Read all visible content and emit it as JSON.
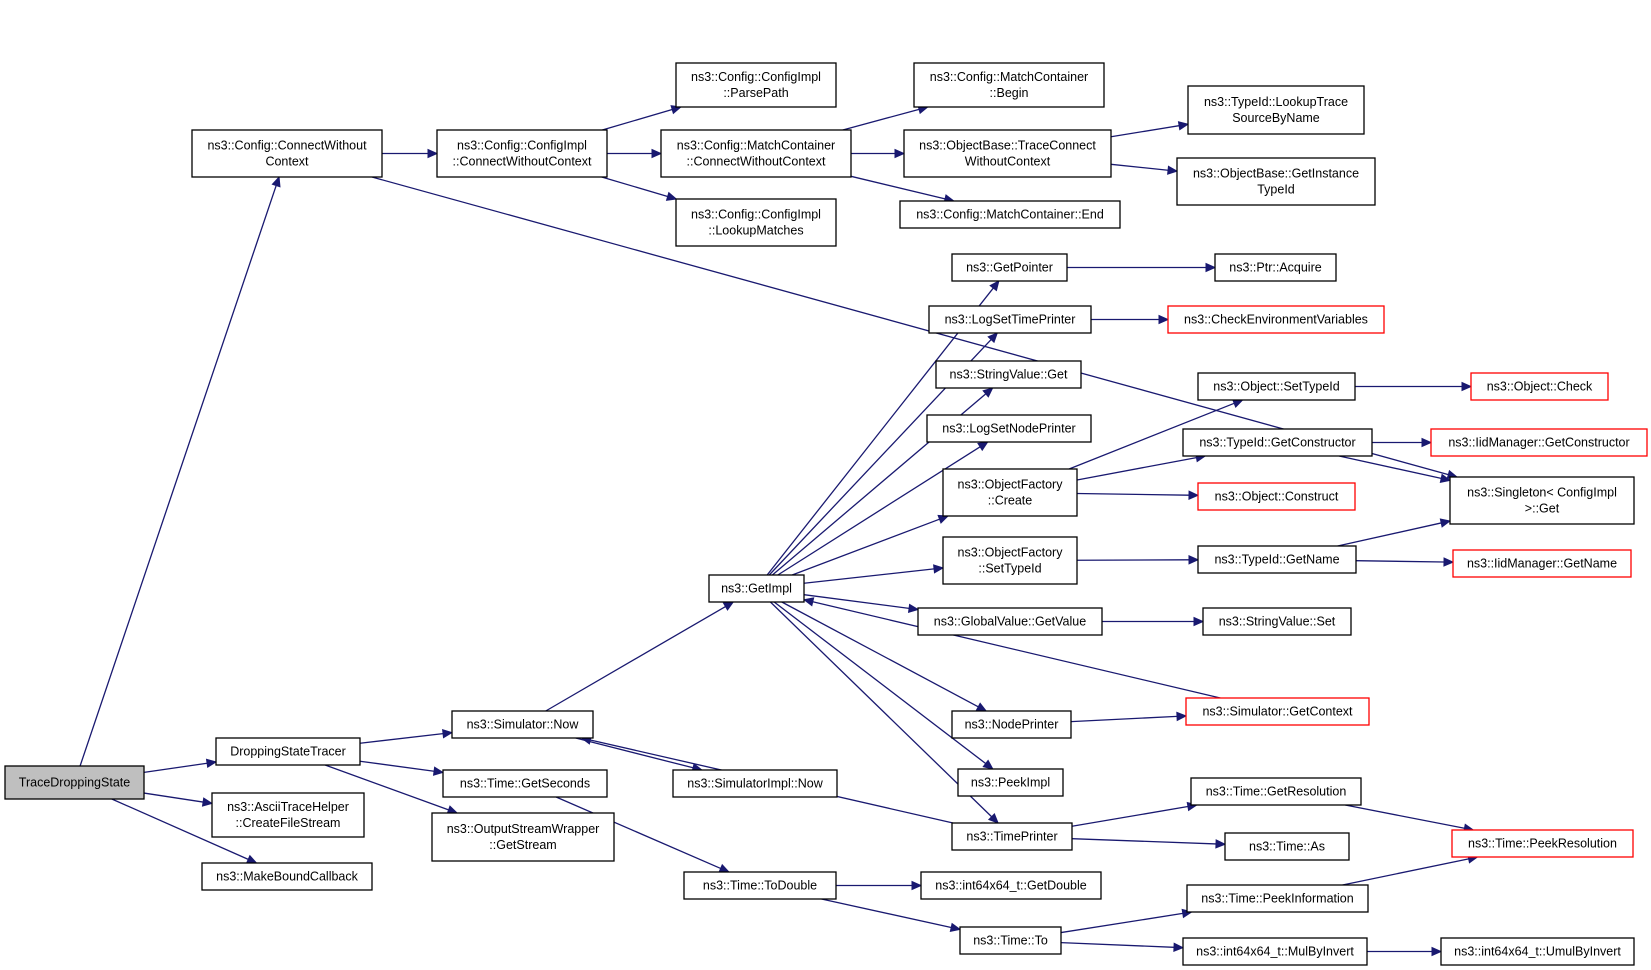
{
  "graph": {
    "root": "TraceDroppingState",
    "nodes": [
      {
        "id": "trace",
        "lines": [
          "TraceDroppingState"
        ]
      },
      {
        "id": "connectWithout",
        "lines": [
          "ns3::Config::ConnectWithout",
          "Context"
        ]
      },
      {
        "id": "droppingTracer",
        "lines": [
          "DroppingStateTracer"
        ]
      },
      {
        "id": "asciiTrace",
        "lines": [
          "ns3::AsciiTraceHelper",
          "::CreateFileStream"
        ]
      },
      {
        "id": "makeBound",
        "lines": [
          "ns3::MakeBoundCallback"
        ]
      },
      {
        "id": "cfgImplConnect",
        "lines": [
          "ns3::Config::ConfigImpl",
          "::ConnectWithoutContext"
        ]
      },
      {
        "id": "parsePath",
        "lines": [
          "ns3::Config::ConfigImpl",
          "::ParsePath"
        ]
      },
      {
        "id": "lookupMatches",
        "lines": [
          "ns3::Config::ConfigImpl",
          "::LookupMatches"
        ]
      },
      {
        "id": "matchConnect",
        "lines": [
          "ns3::Config::MatchContainer",
          "::ConnectWithoutContext"
        ]
      },
      {
        "id": "matchBegin",
        "lines": [
          "ns3::Config::MatchContainer",
          "::Begin"
        ]
      },
      {
        "id": "traceConnect",
        "lines": [
          "ns3::ObjectBase::TraceConnect",
          "WithoutContext"
        ]
      },
      {
        "id": "matchEnd",
        "lines": [
          "ns3::Config::MatchContainer::End"
        ]
      },
      {
        "id": "lookupTrace",
        "lines": [
          "ns3::TypeId::LookupTrace",
          "SourceByName"
        ]
      },
      {
        "id": "getInstance",
        "lines": [
          "ns3::ObjectBase::GetInstance",
          "TypeId"
        ]
      },
      {
        "id": "getPointer",
        "lines": [
          "ns3::GetPointer"
        ]
      },
      {
        "id": "ptrAcquire",
        "lines": [
          "ns3::Ptr::Acquire"
        ]
      },
      {
        "id": "logSetTime",
        "lines": [
          "ns3::LogSetTimePrinter"
        ]
      },
      {
        "id": "checkEnv",
        "lines": [
          "ns3::CheckEnvironmentVariables"
        ],
        "red": true
      },
      {
        "id": "stringGet",
        "lines": [
          "ns3::StringValue::Get"
        ]
      },
      {
        "id": "logSetNode",
        "lines": [
          "ns3::LogSetNodePrinter"
        ]
      },
      {
        "id": "objSetTypeId",
        "lines": [
          "ns3::Object::SetTypeId"
        ]
      },
      {
        "id": "objCheck",
        "lines": [
          "ns3::Object::Check"
        ],
        "red": true
      },
      {
        "id": "factCreate",
        "lines": [
          "ns3::ObjectFactory",
          "::Create"
        ]
      },
      {
        "id": "getConstructor",
        "lines": [
          "ns3::TypeId::GetConstructor"
        ]
      },
      {
        "id": "iidGetConstructor",
        "lines": [
          "ns3::IidManager::GetConstructor"
        ],
        "red": true
      },
      {
        "id": "objConstruct",
        "lines": [
          "ns3::Object::Construct"
        ],
        "red": true
      },
      {
        "id": "singletonGet",
        "lines": [
          "ns3::Singleton< ConfigImpl",
          ">::Get"
        ]
      },
      {
        "id": "factSetTypeId",
        "lines": [
          "ns3::ObjectFactory",
          "::SetTypeId"
        ]
      },
      {
        "id": "typeGetName",
        "lines": [
          "ns3::TypeId::GetName"
        ]
      },
      {
        "id": "iidGetName",
        "lines": [
          "ns3::IidManager::GetName"
        ],
        "red": true
      },
      {
        "id": "getImpl",
        "lines": [
          "ns3::GetImpl"
        ]
      },
      {
        "id": "globalGetValue",
        "lines": [
          "ns3::GlobalValue::GetValue"
        ]
      },
      {
        "id": "stringSet",
        "lines": [
          "ns3::StringValue::Set"
        ]
      },
      {
        "id": "simNow",
        "lines": [
          "ns3::Simulator::Now"
        ]
      },
      {
        "id": "nodePrinter",
        "lines": [
          "ns3::NodePrinter"
        ]
      },
      {
        "id": "simGetContext",
        "lines": [
          "ns3::Simulator::GetContext"
        ],
        "red": true
      },
      {
        "id": "peekImpl",
        "lines": [
          "ns3::PeekImpl"
        ]
      },
      {
        "id": "getSeconds",
        "lines": [
          "ns3::Time::GetSeconds"
        ]
      },
      {
        "id": "simImplNow",
        "lines": [
          "ns3::SimulatorImpl::Now"
        ]
      },
      {
        "id": "outStream",
        "lines": [
          "ns3::OutputStreamWrapper",
          "::GetStream"
        ]
      },
      {
        "id": "timeGetRes",
        "lines": [
          "ns3::Time::GetResolution"
        ]
      },
      {
        "id": "timePrinter",
        "lines": [
          "ns3::TimePrinter"
        ]
      },
      {
        "id": "timeAs",
        "lines": [
          "ns3::Time::As"
        ]
      },
      {
        "id": "peekRes",
        "lines": [
          "ns3::Time::PeekResolution"
        ],
        "red": true
      },
      {
        "id": "toDouble",
        "lines": [
          "ns3::Time::ToDouble"
        ]
      },
      {
        "id": "int64GetDouble",
        "lines": [
          "ns3::int64x64_t::GetDouble"
        ]
      },
      {
        "id": "peekInfo",
        "lines": [
          "ns3::Time::PeekInformation"
        ]
      },
      {
        "id": "timeTo",
        "lines": [
          "ns3::Time::To"
        ]
      },
      {
        "id": "mulByInvert",
        "lines": [
          "ns3::int64x64_t::MulByInvert"
        ]
      },
      {
        "id": "umulByInvert",
        "lines": [
          "ns3::int64x64_t::UmulByInvert"
        ]
      }
    ],
    "edges": [
      [
        "trace",
        "connectWithout"
      ],
      [
        "trace",
        "droppingTracer"
      ],
      [
        "trace",
        "asciiTrace"
      ],
      [
        "trace",
        "makeBound"
      ],
      [
        "connectWithout",
        "cfgImplConnect"
      ],
      [
        "connectWithout",
        "singletonGet"
      ],
      [
        "cfgImplConnect",
        "parsePath"
      ],
      [
        "cfgImplConnect",
        "matchConnect"
      ],
      [
        "cfgImplConnect",
        "lookupMatches"
      ],
      [
        "matchConnect",
        "matchBegin"
      ],
      [
        "matchConnect",
        "traceConnect"
      ],
      [
        "matchConnect",
        "matchEnd"
      ],
      [
        "traceConnect",
        "lookupTrace"
      ],
      [
        "traceConnect",
        "getInstance"
      ],
      [
        "droppingTracer",
        "simNow"
      ],
      [
        "droppingTracer",
        "getSeconds"
      ],
      [
        "droppingTracer",
        "outStream"
      ],
      [
        "simNow",
        "getImpl"
      ],
      [
        "simNow",
        "simImplNow"
      ],
      [
        "getImpl",
        "getPointer"
      ],
      [
        "getImpl",
        "logSetTime"
      ],
      [
        "getImpl",
        "stringGet"
      ],
      [
        "getImpl",
        "logSetNode"
      ],
      [
        "getImpl",
        "factCreate"
      ],
      [
        "getImpl",
        "factSetTypeId"
      ],
      [
        "getImpl",
        "globalGetValue"
      ],
      [
        "getImpl",
        "nodePrinter"
      ],
      [
        "getImpl",
        "peekImpl"
      ],
      [
        "getImpl",
        "timePrinter"
      ],
      [
        "getPointer",
        "ptrAcquire"
      ],
      [
        "logSetTime",
        "checkEnv"
      ],
      [
        "factCreate",
        "objSetTypeId"
      ],
      [
        "factCreate",
        "getConstructor"
      ],
      [
        "factCreate",
        "objConstruct"
      ],
      [
        "objSetTypeId",
        "objCheck"
      ],
      [
        "getConstructor",
        "iidGetConstructor"
      ],
      [
        "getConstructor",
        "singletonGet"
      ],
      [
        "factSetTypeId",
        "typeGetName"
      ],
      [
        "typeGetName",
        "iidGetName"
      ],
      [
        "typeGetName",
        "singletonGet"
      ],
      [
        "globalGetValue",
        "stringSet"
      ],
      [
        "nodePrinter",
        "simGetContext"
      ],
      [
        "simGetContext",
        "getImpl"
      ],
      [
        "timePrinter",
        "simNow"
      ],
      [
        "timePrinter",
        "timeGetRes"
      ],
      [
        "timePrinter",
        "timeAs"
      ],
      [
        "timeGetRes",
        "peekRes"
      ],
      [
        "getSeconds",
        "toDouble"
      ],
      [
        "toDouble",
        "int64GetDouble"
      ],
      [
        "toDouble",
        "timeTo"
      ],
      [
        "timeTo",
        "peekInfo"
      ],
      [
        "timeTo",
        "mulByInvert"
      ],
      [
        "peekInfo",
        "peekRes"
      ],
      [
        "mulByInvert",
        "umulByInvert"
      ]
    ]
  }
}
